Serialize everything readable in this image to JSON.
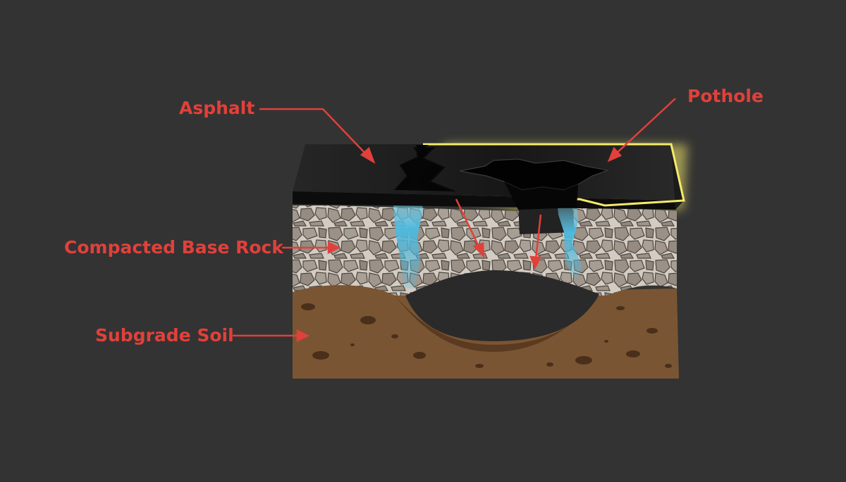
{
  "labels": {
    "asphalt": "Asphalt",
    "pothole": "Pothole",
    "base_rock": "Compacted Base Rock",
    "subgrade_soil": "Subgrade Soil"
  },
  "colors": {
    "background": "#333333",
    "label_red": "#e2403a",
    "asphalt_black": "#111111",
    "glow_yellow": "#f4e96a",
    "rock_gray": "#a9a095",
    "soil_brown": "#7a5533",
    "water_blue": "#4fb9dc"
  }
}
